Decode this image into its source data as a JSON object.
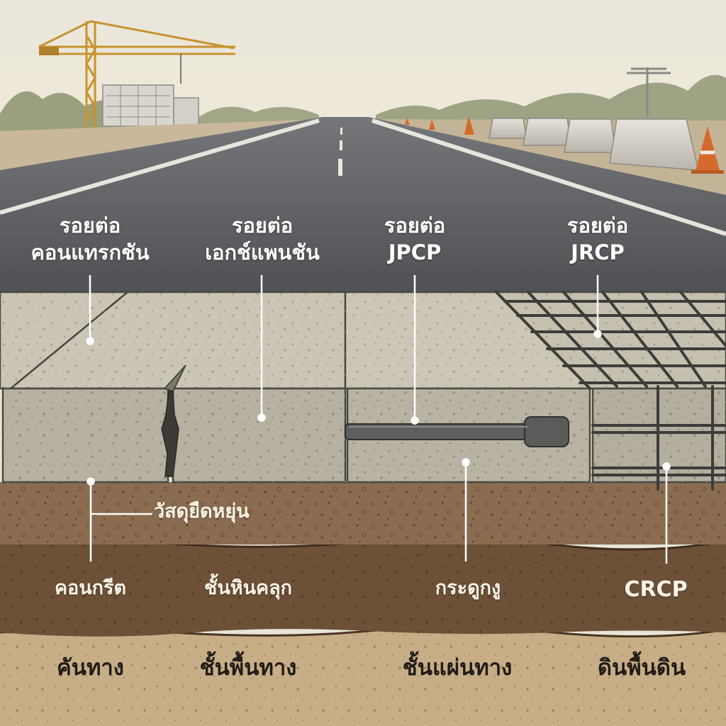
{
  "labels": {
    "contraction_joint": {
      "line1": "รอยต่อ",
      "line2": "คอนแทรกชัน"
    },
    "expansion_joint": {
      "line1": "รอยต่อ",
      "line2": "เอกช์แพนชัน"
    },
    "jpcp_joint": {
      "line1": "รอยต่อ",
      "line2": "JPCP"
    },
    "jrcp_joint": {
      "line1": "รอยต่อ",
      "line2": "JRCP"
    },
    "joint_filler": "วัสดุยืดหยุ่น",
    "concrete": "คอนกรีต",
    "base_course": "ชั้นหินคลุก",
    "dowel_bar": "กระดูกงู",
    "crcp": "CRCP",
    "embankment": "คันทาง",
    "subbase": "ชั้นพื้นทาง",
    "slab_layer": "ชั้นแผ่นทาง",
    "subgrade": "ดินพื้นดิน"
  },
  "colors": {
    "sky": "#ece7da",
    "asphalt": "#55575a",
    "concrete": "#c9c3b4",
    "base_course": "#8a6d50",
    "soil": "#6c5038",
    "sand": "#c8ae86",
    "leader": "#ffffff"
  }
}
